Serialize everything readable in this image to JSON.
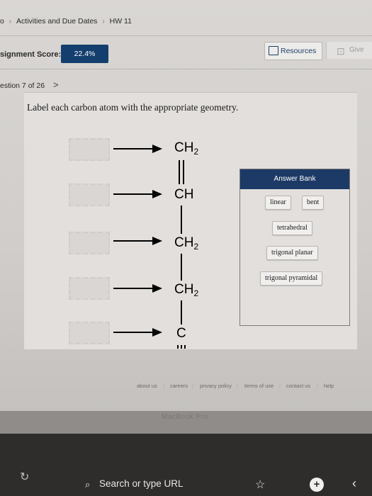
{
  "breadcrumb": {
    "first": "o",
    "second": "Activities and Due Dates",
    "third": "HW 11"
  },
  "score": {
    "label": "signment Score:",
    "value": "22.4%"
  },
  "buttons": {
    "resources": "Resources",
    "give": "Give"
  },
  "question_nav": {
    "label": "estion 7 of 26",
    "next": ">"
  },
  "prompt": "Label each carbon atom with the appropriate geometry.",
  "molecule": {
    "atoms": [
      {
        "base": "CH",
        "sub": "2"
      },
      {
        "base": "CH",
        "sub": ""
      },
      {
        "base": "CH",
        "sub": "2"
      },
      {
        "base": "CH",
        "sub": "2"
      },
      {
        "base": "C",
        "sub": ""
      }
    ],
    "bonds": [
      "double",
      "single",
      "single",
      "single"
    ]
  },
  "answer_bank": {
    "title": "Answer Bank",
    "options": [
      "linear",
      "bent",
      "tetrahedral",
      "trigonal planar",
      "trigonal pyramidal"
    ]
  },
  "footer_links": [
    "about us",
    "careers",
    "privacy policy",
    "terms of use",
    "contact us",
    "help"
  ],
  "watermark": "MacBook Pro",
  "browser": {
    "url_placeholder": "Search or type URL"
  }
}
